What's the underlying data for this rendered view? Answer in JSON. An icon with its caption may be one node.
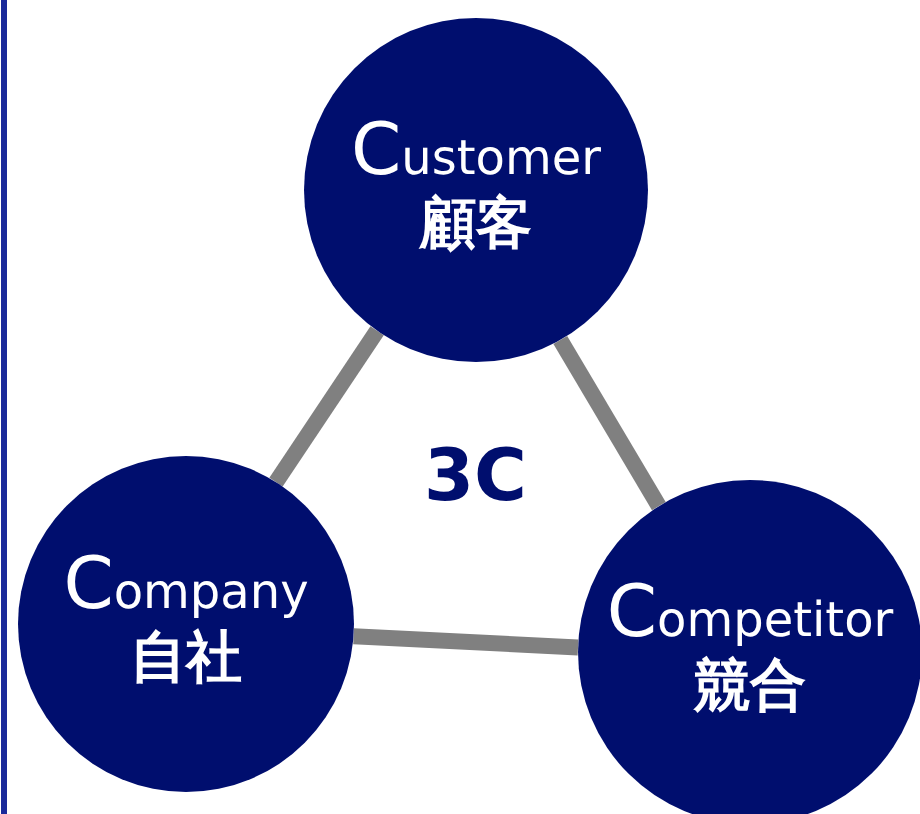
{
  "diagram": {
    "nodes": [
      {
        "text": [
          "Customer",
          "顧客"
        ]
      },
      {
        "text": [
          "Company",
          "自社"
        ]
      },
      {
        "text": [
          "Competitor",
          "競合"
        ]
      }
    ],
    "edges": [
      {
        "from": 0,
        "to": 1,
        "arrow": "none"
      },
      {
        "from": 0,
        "to": 2,
        "arrow": "none"
      },
      {
        "from": 1,
        "to": 2,
        "arrow": "none"
      }
    ],
    "labels": [
      "3C"
    ]
  }
}
